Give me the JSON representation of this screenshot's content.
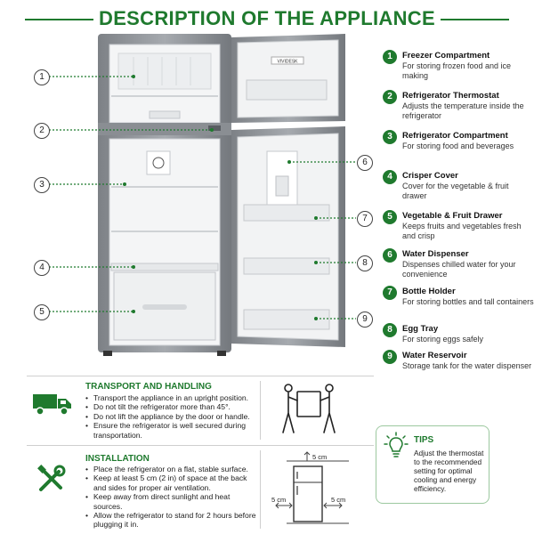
{
  "title": "DESCRIPTION OF THE APPLIANCE",
  "colors": {
    "accent": "#1f7a2e",
    "fridge_body": "#8e9297",
    "interior": "#f4f5f6"
  },
  "brand_label": "VIVIDESK",
  "callouts": [
    "1",
    "2",
    "3",
    "4",
    "5",
    "6",
    "7",
    "8",
    "9"
  ],
  "legend": [
    {
      "num": "1",
      "title": "Freezer Compartment",
      "desc": "For storing frozen food and ice making"
    },
    {
      "num": "2",
      "title": "Refrigerator Thermostat",
      "desc": "Adjusts the temperature inside the refrigerator"
    },
    {
      "num": "3",
      "title": "Refrigerator Compartment",
      "desc": "For storing food and beverages"
    },
    {
      "num": "4",
      "title": "Crisper Cover",
      "desc": "Cover for the vegetable & fruit drawer"
    },
    {
      "num": "5",
      "title": "Vegetable & Fruit Drawer",
      "desc": "Keeps fruits and vegetables fresh and crisp"
    },
    {
      "num": "6",
      "title": "Water Dispenser",
      "desc": "Dispenses chilled water for your convenience"
    },
    {
      "num": "7",
      "title": "Bottle Holder",
      "desc": "For storing bottles and tall containers"
    },
    {
      "num": "8",
      "title": "Egg Tray",
      "desc": "For storing eggs safely"
    },
    {
      "num": "9",
      "title": "Water Reservoir",
      "desc": "Storage tank for the water dispenser"
    }
  ],
  "transport": {
    "title": "TRANSPORT AND HANDLING",
    "icon": "truck-icon",
    "bullets": [
      "Transport the appliance in an upright position.",
      "Do not tilt the refrigerator more than 45°.",
      "Do not lift the appliance by the door or handle.",
      "Ensure the refrigerator is well secured during transportation."
    ]
  },
  "installation": {
    "title": "INSTALLATION",
    "icon": "tools-icon",
    "bullets": [
      "Place the refrigerator on a flat, stable surface.",
      "Keep at least 5 cm (2 in) of space at the back and sides for proper air ventilation.",
      "Keep away from direct sunlight and heat sources.",
      "Allow the refrigerator to stand for 2 hours before plugging it in."
    ],
    "clearance_top": "5 cm",
    "clearance_left": "5 cm",
    "clearance_right": "5 cm"
  },
  "tips": {
    "title": "TIPS",
    "icon": "lightbulb-icon",
    "text": "Adjust the thermostat to the recommended setting for optimal cooling and energy efficiency."
  }
}
